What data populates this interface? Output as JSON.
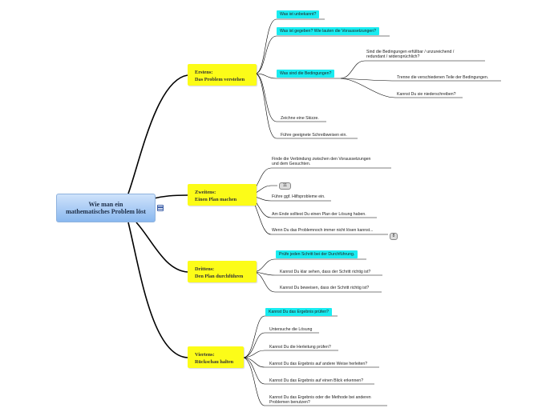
{
  "root": {
    "line1": "Wie man ein",
    "line2": "mathematisches Problem löst"
  },
  "branches": [
    {
      "label1": "Erstens:",
      "label2": "Das Problem verstehen"
    },
    {
      "label1": "Zweitens:",
      "label2": "Einen Plan machen"
    },
    {
      "label1": "Drittens:",
      "label2": "Den Plan durchführen"
    },
    {
      "label1": "Viertens:",
      "label2": "Rückschau halten"
    }
  ],
  "leaves": {
    "b1": [
      "Was ist unbekannt?",
      "Was ist gegeben? Wie lauten die Voraussetzungen?",
      "Was sind die Bedingungen?",
      "Zeichne eine Skizze.",
      "Führe geeignete Schreibweisen ein."
    ],
    "b1_sub": [
      "Sind die Bedingungen erfüllbar / unzureichend /",
      "redundant / widersprüchlich?",
      "Trenne die verschiedenen Teile der Bedingungen.",
      "Kannst Du sie niederschreiben?"
    ],
    "b2": [
      "Finde die Verbindung zwischen den Voraussetzungen",
      "und dem Gesuchten.",
      "Führe ggf. Hilfsprobleme ein.",
      "Am Ende solltest Du einen Plan der Lösung haben.",
      "Wenn Du das Problemnoch immer nicht lösen kannst..."
    ],
    "b3": [
      "Prüfe jeden Schritt bei der Durchführung.",
      "Kannst Du klar sehen, dass der Schritt richtig ist?",
      "Kannst Du beweisen, dass der Schritt richtig ist?"
    ],
    "b4": [
      "Kannst Du das Ergebnis prüfen?",
      "Untersuche die Lösung",
      "Kannst Du die Herleitung prüfen?",
      "Kannst Du das Ergebnis auf andere Weise herleiten?",
      "Kannst Du das Ergebnis auf einen Blick erkennen?",
      "Kannst Du das Ergebnis oder die Methode bei anderen",
      "Problemen benutzen?"
    ]
  },
  "badges": {
    "collapsed_count": "11",
    "more_count": "8"
  },
  "colors": {
    "highlight": "#19ecf1",
    "branch": "#fcfc18",
    "line": "#000000"
  }
}
